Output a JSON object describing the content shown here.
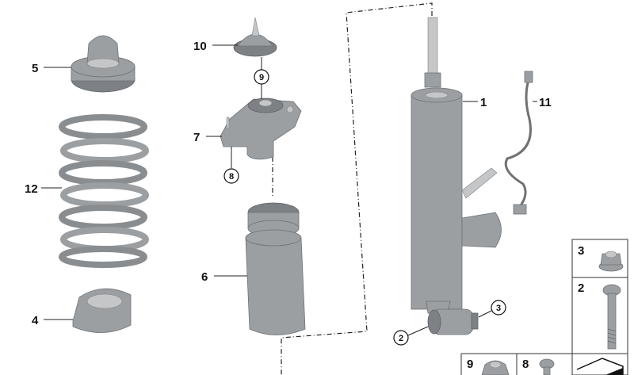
{
  "diagram": {
    "callouts": [
      {
        "id": "5",
        "text": "5",
        "style": "plain"
      },
      {
        "id": "12",
        "text": "12",
        "style": "plain"
      },
      {
        "id": "4",
        "text": "4",
        "style": "plain"
      },
      {
        "id": "10",
        "text": "10",
        "style": "plain"
      },
      {
        "id": "9c",
        "text": "9",
        "style": "circled"
      },
      {
        "id": "7",
        "text": "7",
        "style": "plain"
      },
      {
        "id": "8c",
        "text": "8",
        "style": "circled"
      },
      {
        "id": "6",
        "text": "6",
        "style": "plain"
      },
      {
        "id": "1",
        "text": "1",
        "style": "plain"
      },
      {
        "id": "11",
        "text": "11",
        "style": "plain"
      },
      {
        "id": "3c",
        "text": "3",
        "style": "circled"
      },
      {
        "id": "2c",
        "text": "2",
        "style": "circled"
      }
    ],
    "panel": [
      {
        "text": "3",
        "part": "flange-nut"
      },
      {
        "text": "2",
        "part": "hex-bolt"
      },
      {
        "text": "9",
        "part": "flange-nut"
      },
      {
        "text": "8",
        "part": "small-bolt"
      },
      {
        "text": "",
        "part": "wedge-symbol"
      }
    ],
    "colors": {
      "part": "#9c9fa2",
      "line": "#222222"
    }
  }
}
